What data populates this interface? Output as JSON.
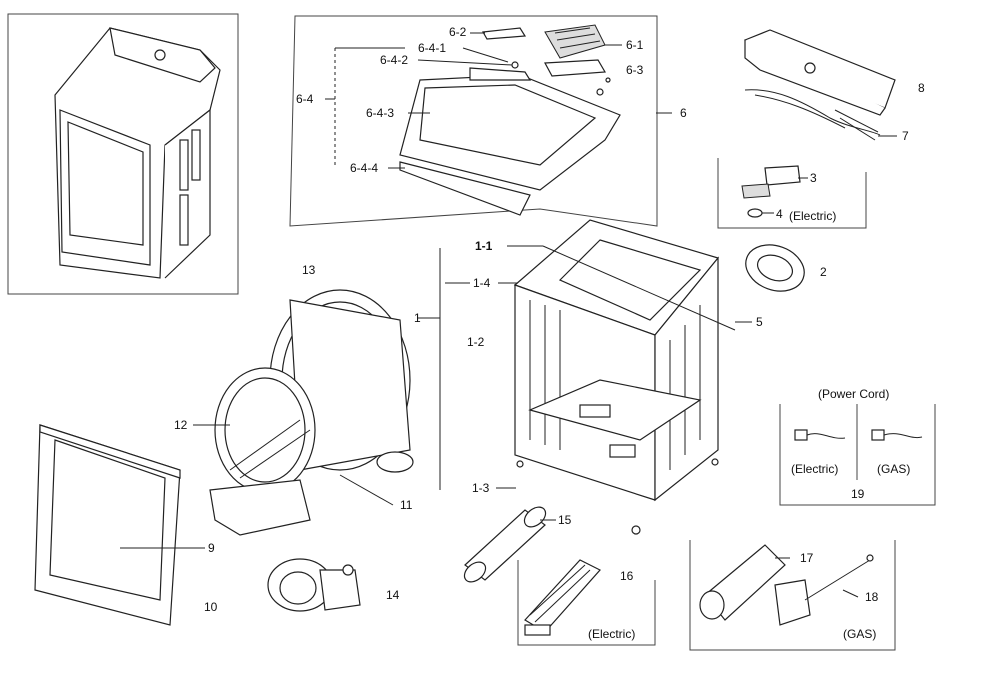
{
  "labels": {
    "p1": "1",
    "p1_1": "1-1",
    "p1_2": "1-2",
    "p1_3": "1-3",
    "p1_4": "1-4",
    "p2": "2",
    "p3": "3",
    "p4": "4",
    "p5": "5",
    "p6": "6",
    "p6_1": "6-1",
    "p6_2": "6-2",
    "p6_3": "6-3",
    "p6_4": "6-4",
    "p6_4_1": "6-4-1",
    "p6_4_2": "6-4-2",
    "p6_4_3": "6-4-3",
    "p6_4_4": "6-4-4",
    "p7": "7",
    "p8": "8",
    "p9": "9",
    "p10": "10",
    "p11": "11",
    "p12": "12",
    "p13": "13",
    "p14": "14",
    "p15": "15",
    "p16": "16",
    "p17": "17",
    "p18": "18",
    "p19": "19"
  },
  "notes": {
    "electric_4": "(Electric)",
    "power_cord": "(Power Cord)",
    "electric_19": "(Electric)",
    "gas_19": "(GAS)",
    "electric_16": "(Electric)",
    "gas_18": "(GAS)"
  }
}
